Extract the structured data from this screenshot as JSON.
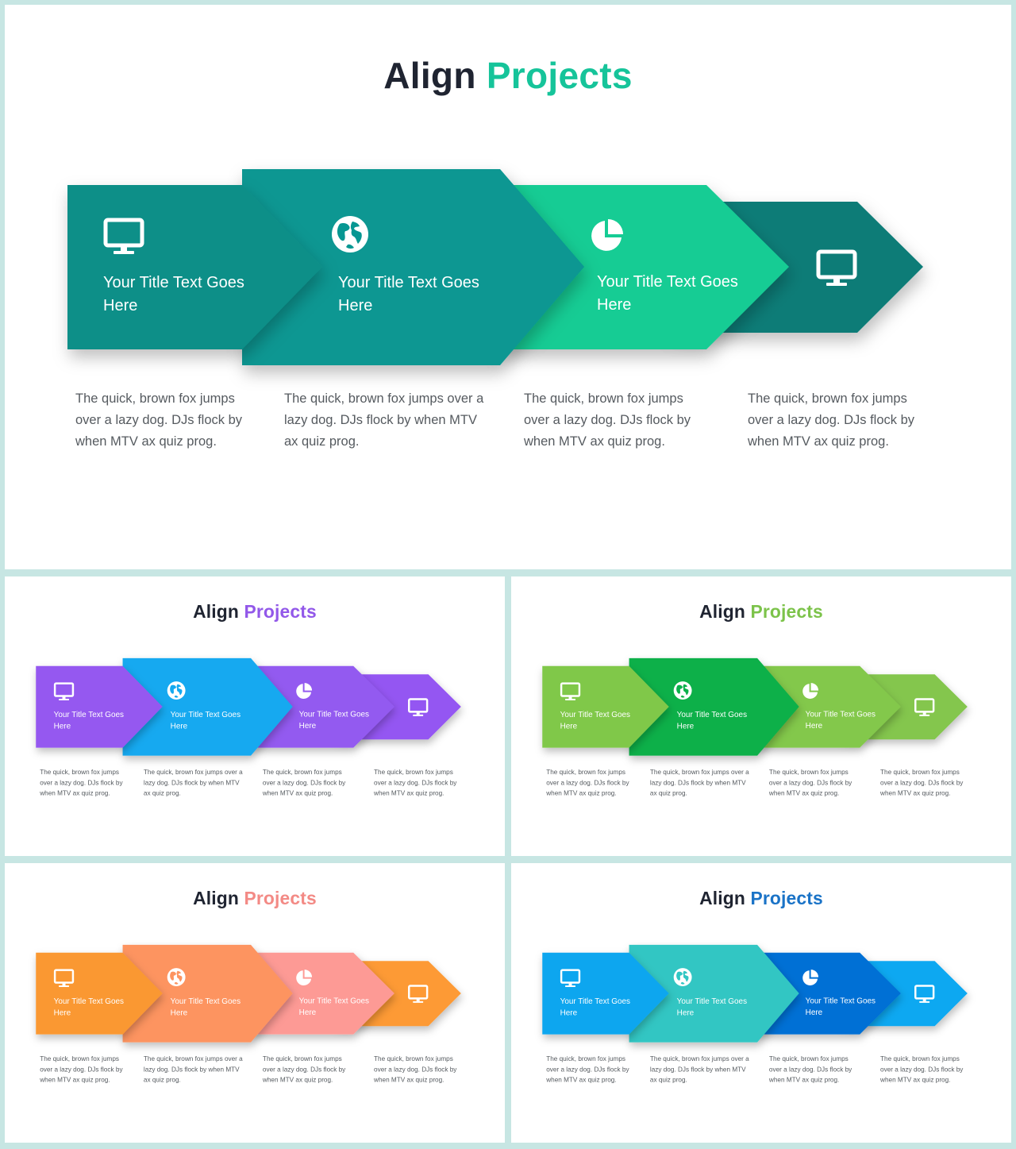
{
  "slides": [
    {
      "title_part1": "Align",
      "title_part2": "Projects",
      "accent": "#16c49a",
      "colors": [
        "#0f8f88",
        "#079792",
        "#14cc94",
        "#0b7c77"
      ],
      "steps": [
        {
          "icon": "monitor-icon",
          "title": "Your Title Text Goes\nHere",
          "desc": "The quick, brown fox jumps over a lazy dog. DJs flock by when MTV ax quiz prog."
        },
        {
          "icon": "globe-icon",
          "title": "Your Title Text Goes\nHere",
          "desc": "The quick, brown fox jumps over a lazy dog. DJs flock by when MTV ax quiz prog."
        },
        {
          "icon": "pie-chart-icon",
          "title": "Your Title Text Goes\nHere",
          "desc": "The quick, brown fox jumps over a lazy dog. DJs flock by when MTV ax quiz prog."
        },
        {
          "icon": "monitor-icon",
          "title": "",
          "desc": "The quick, brown fox jumps over a lazy dog. DJs flock by when MTV ax quiz prog."
        }
      ]
    },
    {
      "title_part1": "Align",
      "title_part2": "Projects",
      "accent": "#9258e9",
      "colors": [
        "#9559f0",
        "#13a9f0",
        "#935af0",
        "#9456f2"
      ],
      "steps": [
        {
          "icon": "monitor-icon",
          "title": "Your Title Text Goes\nHere",
          "desc": "The quick, brown fox jumps over a lazy dog. DJs flock by when MTV ax quiz prog."
        },
        {
          "icon": "globe-icon",
          "title": "Your Title Text Goes\nHere",
          "desc": "The quick, brown fox jumps over a lazy dog. DJs flock by when MTV ax quiz prog."
        },
        {
          "icon": "pie-chart-icon",
          "title": "Your Title Text Goes\nHere",
          "desc": "The quick, brown fox jumps over a lazy dog. DJs flock by when MTV ax quiz prog."
        },
        {
          "icon": "monitor-icon",
          "title": "",
          "desc": "The quick, brown fox jumps over a lazy dog. DJs flock by when MTV ax quiz prog."
        }
      ]
    },
    {
      "title_part1": "Align",
      "title_part2": "Projects",
      "accent": "#7cc34a",
      "colors": [
        "#80c84a",
        "#0ab04a",
        "#83c84b",
        "#84c64e"
      ],
      "steps": [
        {
          "icon": "monitor-icon",
          "title": "Your Title Text Goes\nHere",
          "desc": "The quick, brown fox jumps over a lazy dog. DJs flock by when MTV ax quiz prog."
        },
        {
          "icon": "globe-icon",
          "title": "Your Title Text Goes\nHere",
          "desc": "The quick, brown fox jumps over a lazy dog. DJs flock by when MTV ax quiz prog."
        },
        {
          "icon": "pie-chart-icon",
          "title": "Your Title Text Goes\nHere",
          "desc": "The quick, brown fox jumps over a lazy dog. DJs flock by when MTV ax quiz prog."
        },
        {
          "icon": "monitor-icon",
          "title": "",
          "desc": "The quick, brown fox jumps over a lazy dog. DJs flock by when MTV ax quiz prog."
        }
      ]
    },
    {
      "title_part1": "Align",
      "title_part2": "Projects",
      "accent": "#f38a85",
      "colors": [
        "#fa9832",
        "#fd9460",
        "#fd9a95",
        "#fd9a34"
      ],
      "steps": [
        {
          "icon": "monitor-icon",
          "title": "Your Title Text Goes\nHere",
          "desc": "The quick, brown fox jumps over a lazy dog. DJs flock by when MTV ax quiz prog."
        },
        {
          "icon": "globe-icon",
          "title": "Your Title Text Goes\nHere",
          "desc": "The quick, brown fox jumps over a lazy dog. DJs flock by when MTV ax quiz prog."
        },
        {
          "icon": "pie-chart-icon",
          "title": "Your Title Text Goes\nHere",
          "desc": "The quick, brown fox jumps over a lazy dog. DJs flock by when MTV ax quiz prog."
        },
        {
          "icon": "monitor-icon",
          "title": "",
          "desc": "The quick, brown fox jumps over a lazy dog. DJs flock by when MTV ax quiz prog."
        }
      ]
    },
    {
      "title_part1": "Align",
      "title_part2": "Projects",
      "accent": "#1a73c7",
      "colors": [
        "#11a6ef",
        "#30c6c3",
        "#0670d5",
        "#11a8f1"
      ],
      "steps": [
        {
          "icon": "monitor-icon",
          "title": "Your Title Text Goes\nHere",
          "desc": "The quick, brown fox jumps over a lazy dog. DJs flock by when MTV ax quiz prog."
        },
        {
          "icon": "globe-icon",
          "title": "Your Title Text Goes\nHere",
          "desc": "The quick, brown fox jumps over a lazy dog. DJs flock by when MTV ax quiz prog."
        },
        {
          "icon": "pie-chart-icon",
          "title": "Your Title Text Goes\nHere",
          "desc": "The quick, brown fox jumps over a lazy dog. DJs flock by when MTV ax quiz prog."
        },
        {
          "icon": "monitor-icon",
          "title": "",
          "desc": "The quick, brown fox jumps over a lazy dog. DJs flock by when MTV ax quiz prog."
        }
      ]
    }
  ]
}
